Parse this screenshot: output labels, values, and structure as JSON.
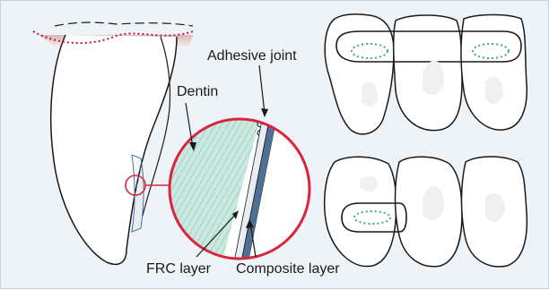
{
  "labels": {
    "adhesive_joint": "Adhesive joint",
    "dentin": "Dentin",
    "frc_layer": "FRC layer",
    "composite_layer": "Composite layer"
  },
  "colors": {
    "background": "#eef3f7",
    "outline": "#1a1a1a",
    "magnifier_ring": "#d7263d",
    "margin_dots": "#c8102e",
    "dentin_fill": "#c9e8df",
    "dentin_hatch": "#7fa7a0",
    "composite_layer": "#4f6f94",
    "fiber_dots": "#3aa88a"
  }
}
